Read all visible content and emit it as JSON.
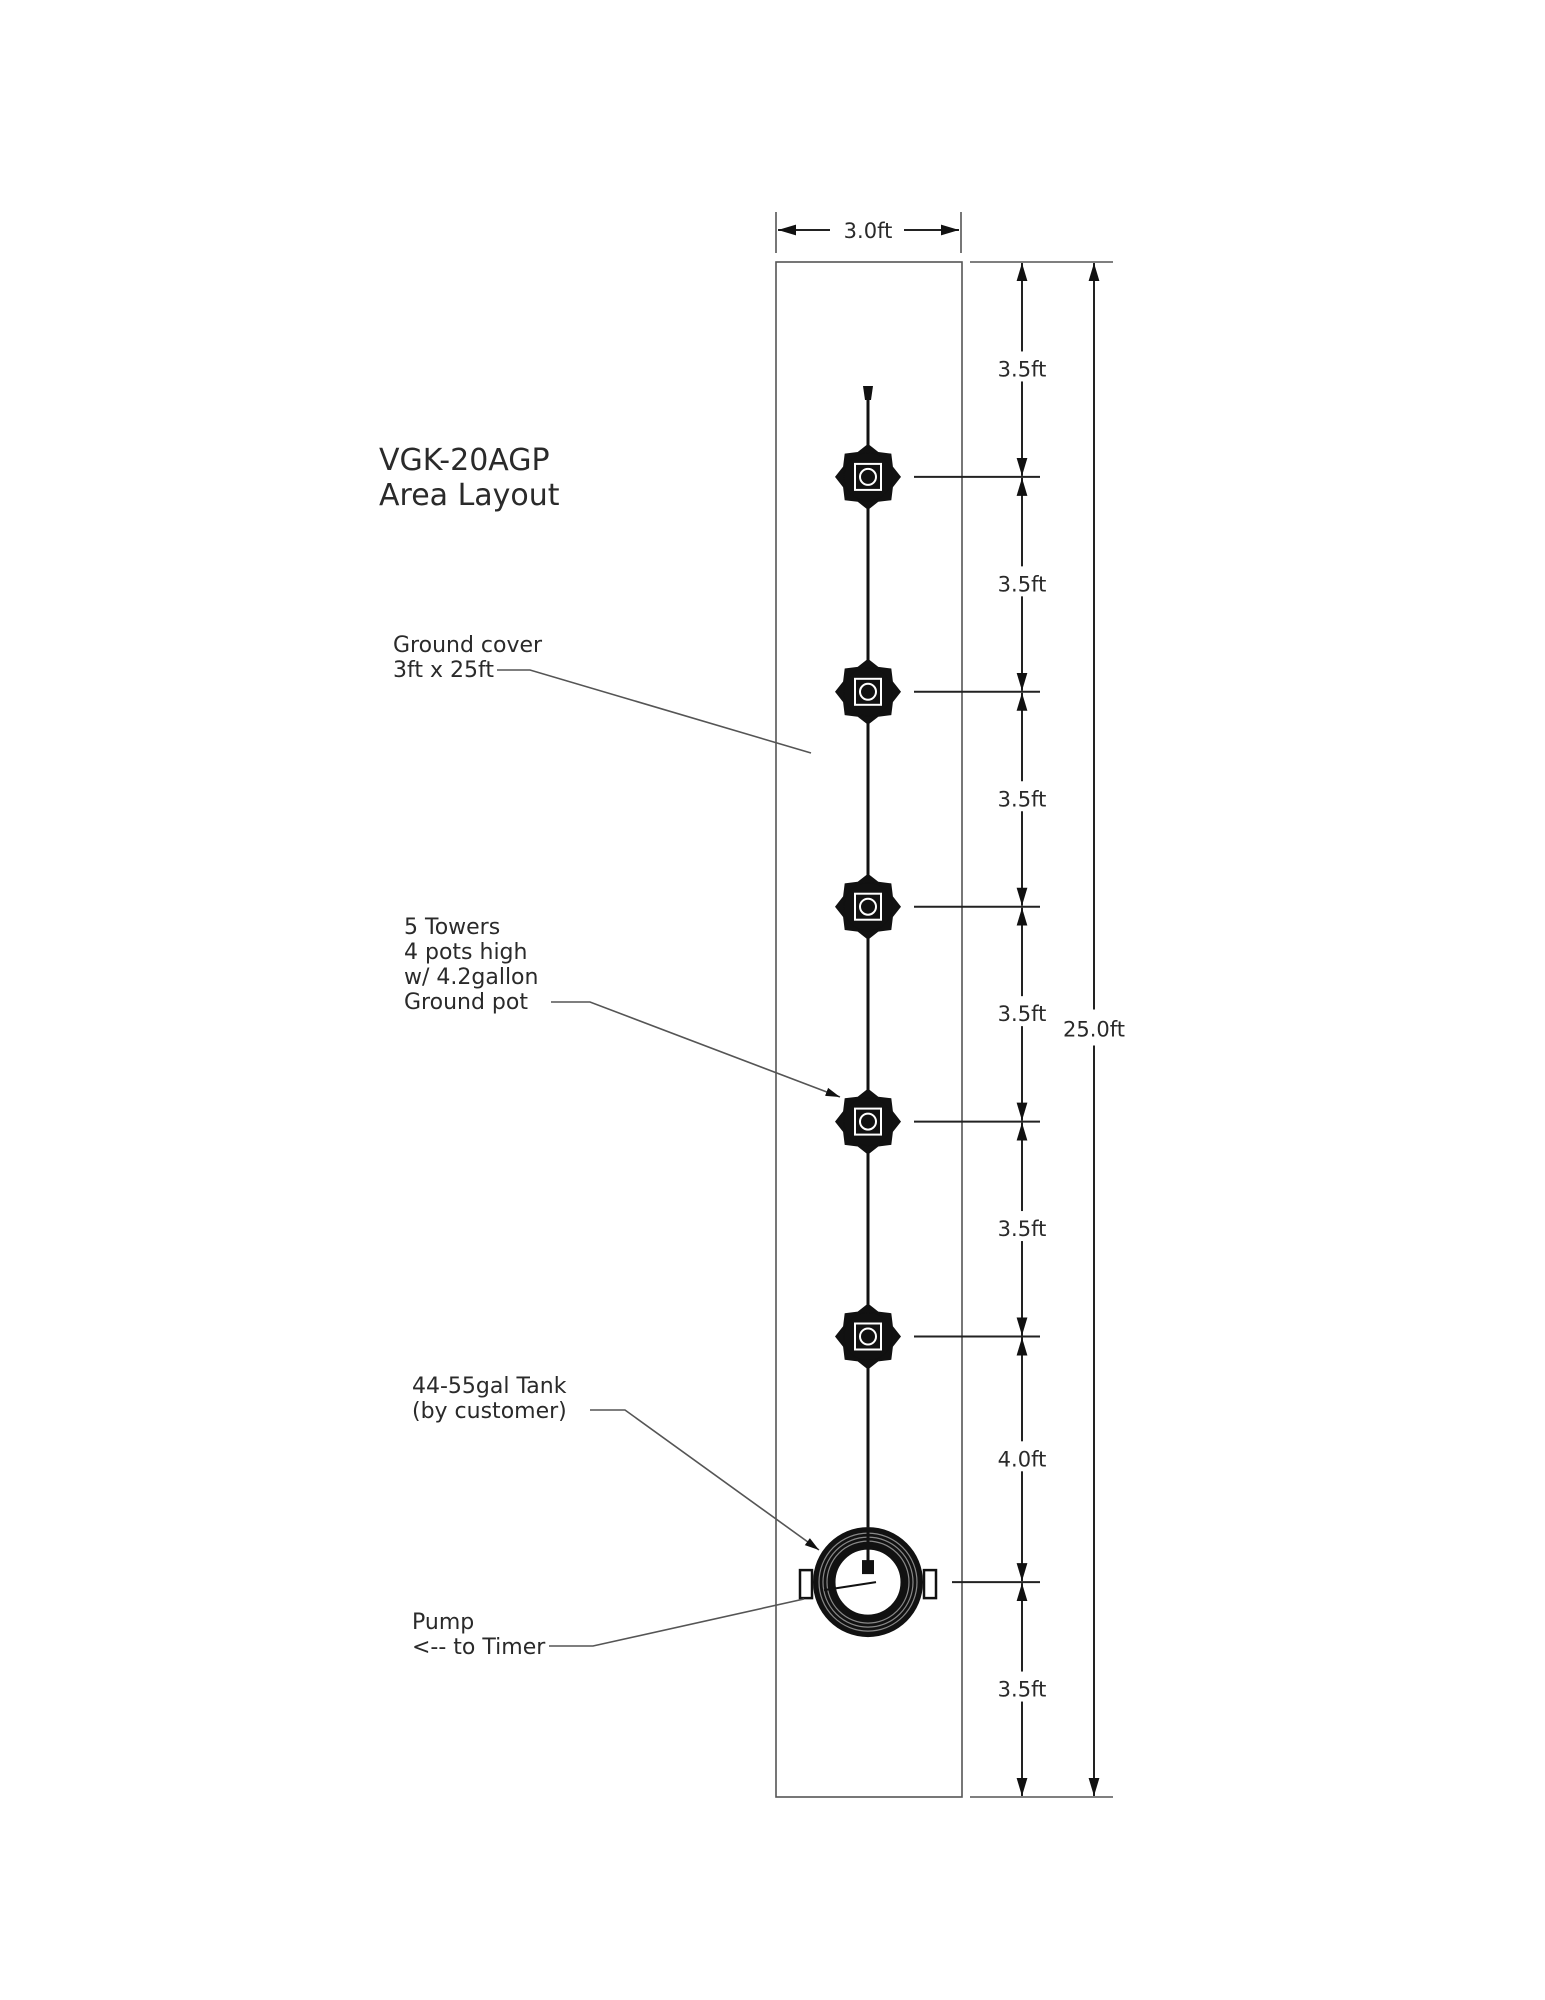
{
  "title": {
    "line1": "VGK-20AGP",
    "line2": "Area Layout"
  },
  "annotations": {
    "ground_cover": {
      "line1": "Ground cover",
      "line2": "3ft x 25ft"
    },
    "towers": {
      "line1": "5 Towers",
      "line2": "4 pots high",
      "line3": "w/ 4.2gallon",
      "line4": "Ground pot"
    },
    "tank": {
      "line1": "44-55gal Tank",
      "line2": "(by customer)"
    },
    "pump": {
      "line1": "Pump",
      "line2": "<-- to Timer"
    }
  },
  "dimensions": {
    "width_label": "3.0ft",
    "total_label": "25.0ft",
    "total_ft": 25,
    "segments": [
      {
        "label": "3.5ft",
        "ft": 3.5
      },
      {
        "label": "3.5ft",
        "ft": 3.5
      },
      {
        "label": "3.5ft",
        "ft": 3.5
      },
      {
        "label": "3.5ft",
        "ft": 3.5
      },
      {
        "label": "3.5ft",
        "ft": 3.5
      },
      {
        "label": "4.0ft",
        "ft": 4.0
      },
      {
        "label": "3.5ft",
        "ft": 3.5
      }
    ]
  },
  "tower_count": 5
}
